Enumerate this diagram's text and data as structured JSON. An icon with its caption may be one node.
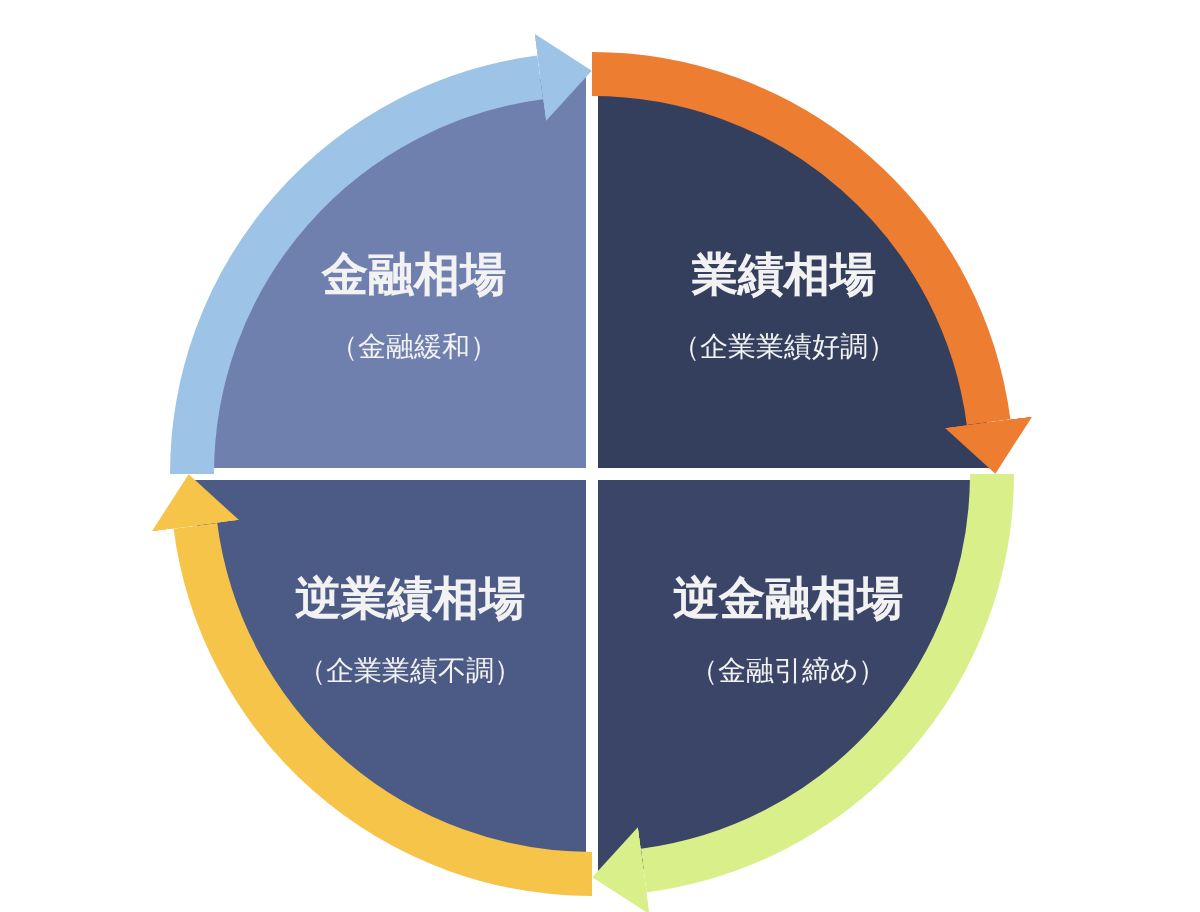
{
  "diagram": {
    "nodes": [
      {
        "text": [
          "金融相場",
          "（金融緩和）"
        ]
      },
      {
        "text": [
          "業績相場",
          "（企業業績好調）"
        ]
      },
      {
        "text": [
          "逆業績相場",
          "（企業業績不調）"
        ]
      },
      {
        "text": [
          "逆金融相場",
          "（金融引締め）"
        ]
      }
    ],
    "edges": [
      {
        "from": 0,
        "to": 1,
        "arrow": "to",
        "color": "#9dc3e6"
      },
      {
        "from": 1,
        "to": 3,
        "arrow": "to",
        "color": "#ed7d31"
      },
      {
        "from": 3,
        "to": 2,
        "arrow": "to",
        "color": "#d9f08a"
      },
      {
        "from": 2,
        "to": 0,
        "arrow": "to",
        "color": "#f6c448"
      }
    ]
  }
}
